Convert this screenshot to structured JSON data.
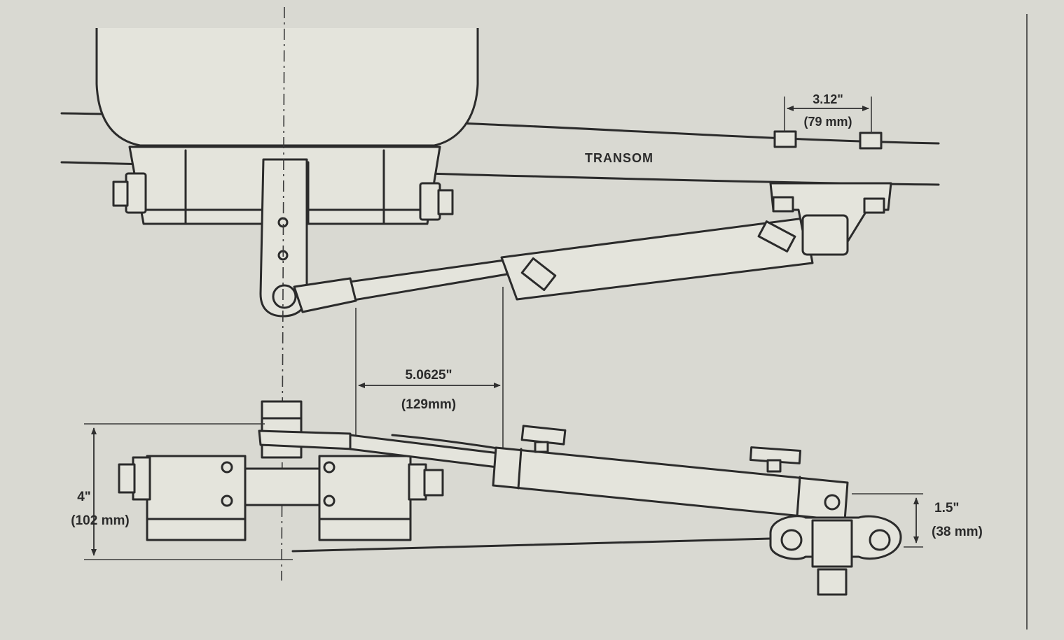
{
  "labels": {
    "transom": "TRANSOM",
    "bolt_spacing": {
      "imperial": "3.12\"",
      "metric": "(79 mm)"
    },
    "cylinder_offset": {
      "imperial": "5.0625\"",
      "metric": "(129mm)"
    },
    "height": {
      "imperial": "4\"",
      "metric": "(102 mm)"
    },
    "bracket_height": {
      "imperial": "1.5\"",
      "metric": "(38 mm)"
    }
  },
  "colors": {
    "paper": "#d9d9d2",
    "ink": "#2b2b2b",
    "part_fill": "#e4e4dc"
  }
}
